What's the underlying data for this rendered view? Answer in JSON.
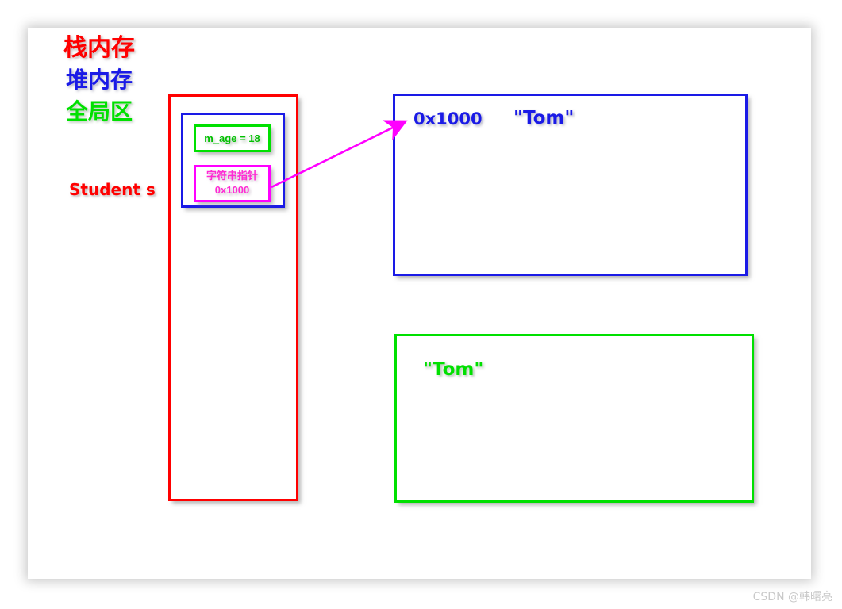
{
  "diagram": {
    "title_stack": "栈内存",
    "title_heap": "堆内存",
    "title_global": "全局区",
    "object_label": "Student s",
    "stack": {
      "member_age": "m_age = 18",
      "pointer_name": "字符串指针",
      "pointer_value": "0x1000"
    },
    "heap": {
      "address": "0x1000",
      "value": "\"Tom\""
    },
    "global": {
      "value": "\"Tom\""
    },
    "arrow": {
      "name": "pointer-arrow",
      "from": "字符串指针 0x1000",
      "to": "0x1000"
    }
  },
  "colors": {
    "red": "#ff0000",
    "blue": "#1a1ae6",
    "green": "#00e000",
    "magenta": "#ff00ff",
    "watermark": "#c9c9c9"
  },
  "watermark": "CSDN @韩曙亮"
}
